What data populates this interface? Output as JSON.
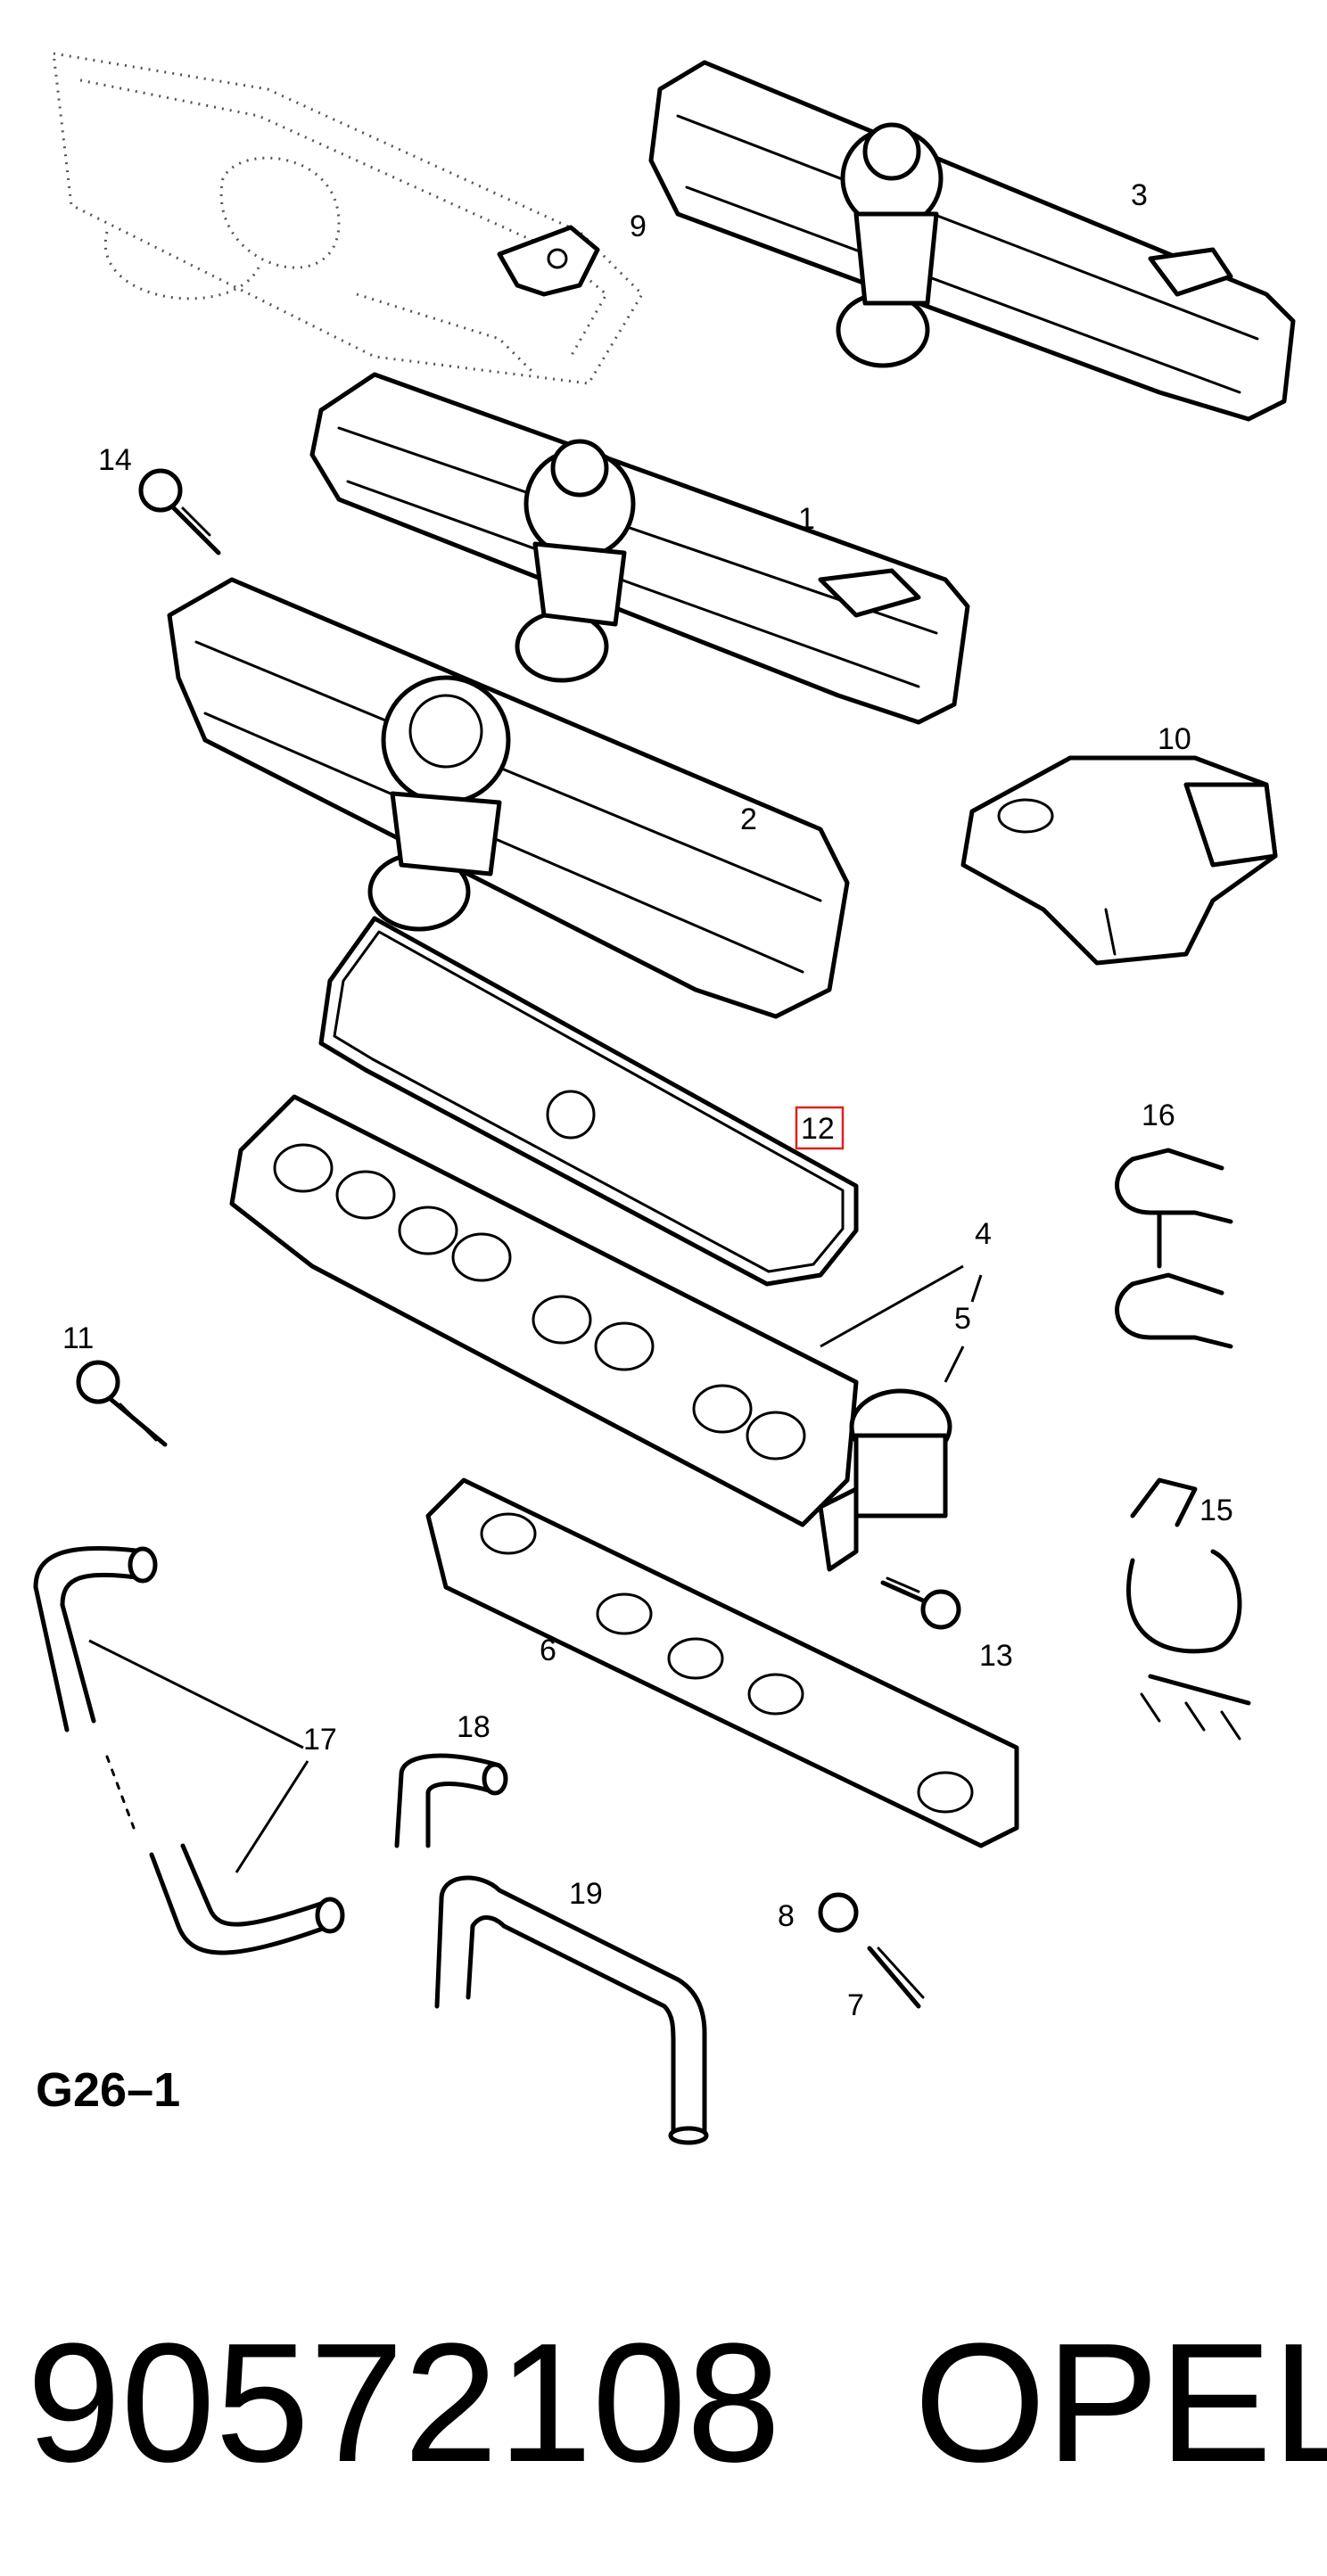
{
  "callouts": {
    "c1": "1",
    "c2": "2",
    "c3": "3",
    "c4": "4",
    "c5": "5",
    "c6": "6",
    "c7": "7",
    "c8": "8",
    "c9": "9",
    "c10": "10",
    "c11": "11",
    "c12": "12",
    "c13": "13",
    "c14": "14",
    "c15": "15",
    "c16": "16",
    "c17": "17",
    "c18": "18",
    "c19": "19"
  },
  "figure_code": "G26–1",
  "part_number": "90572108",
  "brand": "OPEL",
  "highlighted_callout": "12",
  "colors": {
    "ink": "#000000",
    "highlight": "#e02020",
    "background": "#ffffff"
  }
}
